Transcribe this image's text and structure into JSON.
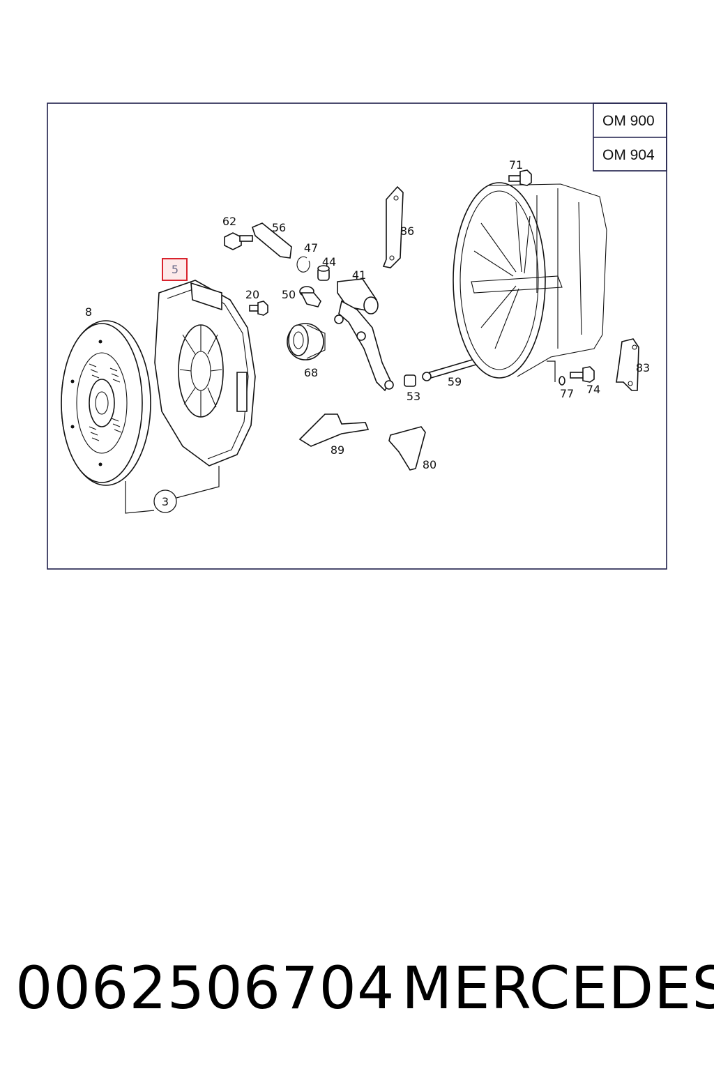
{
  "variants": [
    "OM 900",
    "OM 904"
  ],
  "callouts": {
    "c3": "3",
    "c5": "5",
    "c8": "8",
    "c20": "20",
    "c41": "41",
    "c44": "44",
    "c47": "47",
    "c50": "50",
    "c53": "53",
    "c56": "56",
    "c59": "59",
    "c62": "62",
    "c68": "68",
    "c71": "71",
    "c74": "74",
    "c77": "77",
    "c80": "80",
    "c83": "83",
    "c86": "86",
    "c89": "89"
  },
  "highlighted_callout": "5",
  "footer": {
    "part_number": "0062506704",
    "brand": "MERCEDES"
  }
}
